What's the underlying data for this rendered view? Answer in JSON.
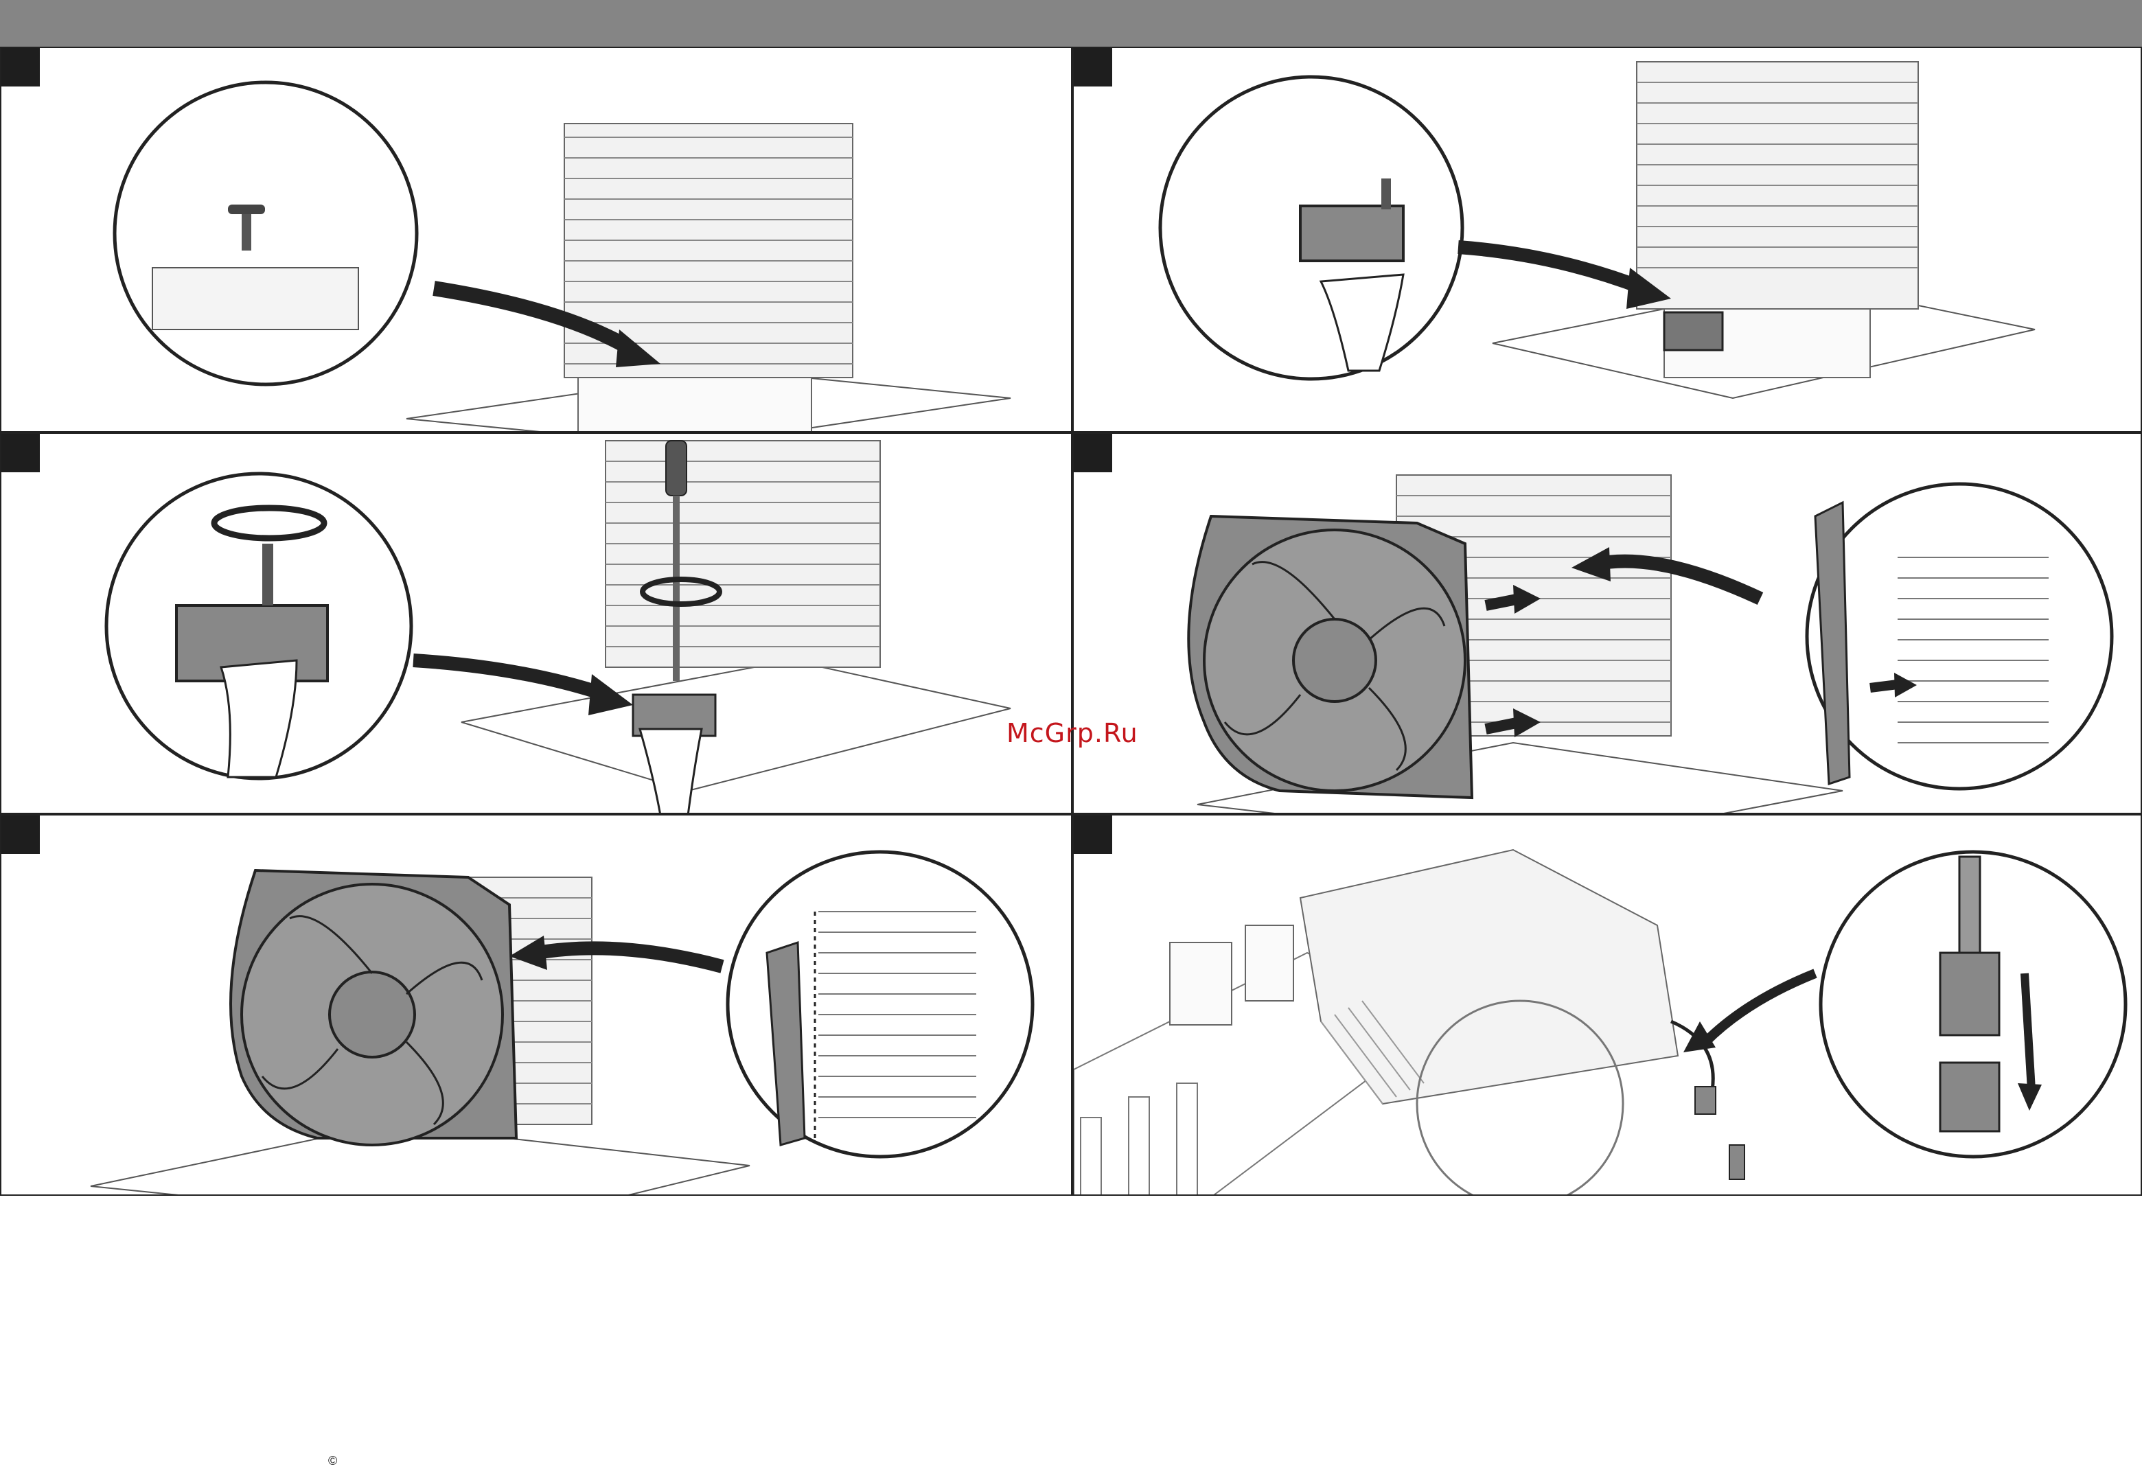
{
  "header": {
    "bar_color": "#858585"
  },
  "panels": [
    {
      "id": 1,
      "step": "attach-screw"
    },
    {
      "id": 2,
      "step": "mount-clip"
    },
    {
      "id": 3,
      "step": "tighten-screw"
    },
    {
      "id": 4,
      "step": "fan-clips"
    },
    {
      "id": 5,
      "step": "position-fan"
    },
    {
      "id": 6,
      "step": "connect-cable"
    }
  ],
  "watermark": {
    "text": "McGrp.Ru",
    "color": "#c4161c"
  },
  "footer": {
    "copyright": "©"
  }
}
